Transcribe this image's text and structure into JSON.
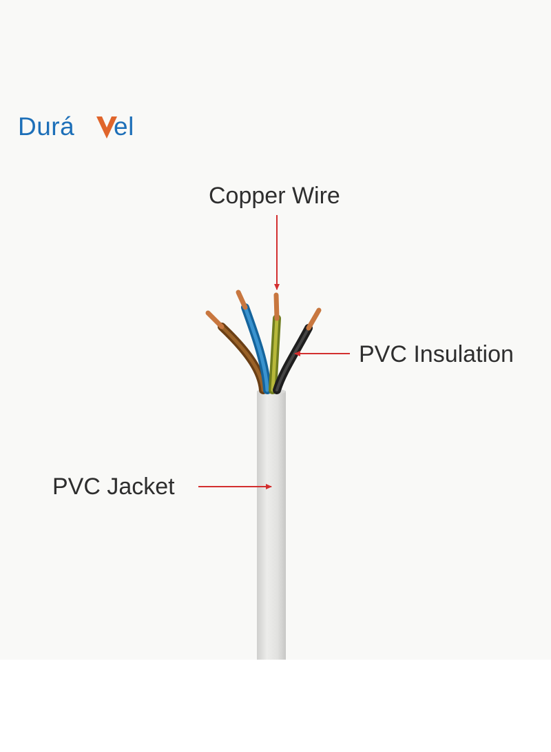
{
  "brand": {
    "logo_text": "DuráVel",
    "logo_left": "Durá",
    "logo_right": "el",
    "logo_color": "#1d6fb8",
    "logo_accent_color": "#e0652b"
  },
  "labels": {
    "copper_wire": "Copper Wire",
    "pvc_insulation": "PVC Insulation",
    "pvc_jacket": "PVC Jacket"
  },
  "colors": {
    "arrow": "#d32f2f",
    "jacket": "#e3e3e1",
    "copper": "#c8773f",
    "wire_brown": "#7a4a1c",
    "wire_blue": "#1f7ab8",
    "wire_green_yellow": "#8a9a2a",
    "wire_black": "#2a2a2a"
  }
}
